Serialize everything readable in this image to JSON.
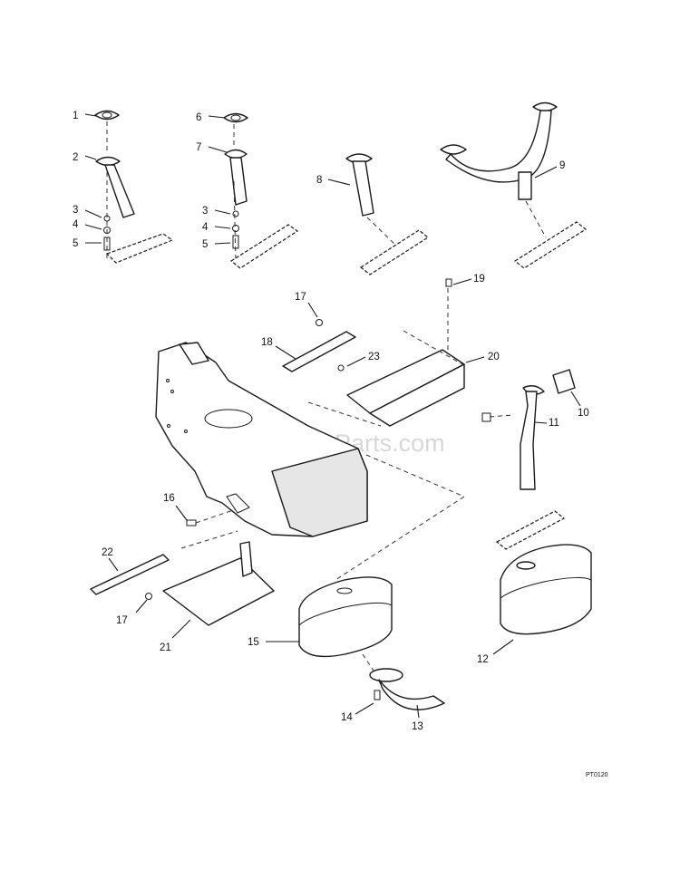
{
  "watermark": "eReplacementParts.com",
  "figure_code": "PT0120",
  "callouts": [
    {
      "id": "c1",
      "label": "1"
    },
    {
      "id": "c2",
      "label": "2"
    },
    {
      "id": "c3a",
      "label": "3"
    },
    {
      "id": "c4a",
      "label": "4"
    },
    {
      "id": "c5a",
      "label": "5"
    },
    {
      "id": "c6",
      "label": "6"
    },
    {
      "id": "c7",
      "label": "7"
    },
    {
      "id": "c3b",
      "label": "3"
    },
    {
      "id": "c4b",
      "label": "4"
    },
    {
      "id": "c5b",
      "label": "5"
    },
    {
      "id": "c8",
      "label": "8"
    },
    {
      "id": "c9",
      "label": "9"
    },
    {
      "id": "c17a",
      "label": "17"
    },
    {
      "id": "c18",
      "label": "18"
    },
    {
      "id": "c19",
      "label": "19"
    },
    {
      "id": "c23",
      "label": "23"
    },
    {
      "id": "c20",
      "label": "20"
    },
    {
      "id": "c10",
      "label": "10"
    },
    {
      "id": "c11",
      "label": "11"
    },
    {
      "id": "c16",
      "label": "16"
    },
    {
      "id": "c22",
      "label": "22"
    },
    {
      "id": "c17b",
      "label": "17"
    },
    {
      "id": "c21",
      "label": "21"
    },
    {
      "id": "c15",
      "label": "15"
    },
    {
      "id": "c12",
      "label": "12"
    },
    {
      "id": "c14",
      "label": "14"
    },
    {
      "id": "c13",
      "label": "13"
    }
  ]
}
